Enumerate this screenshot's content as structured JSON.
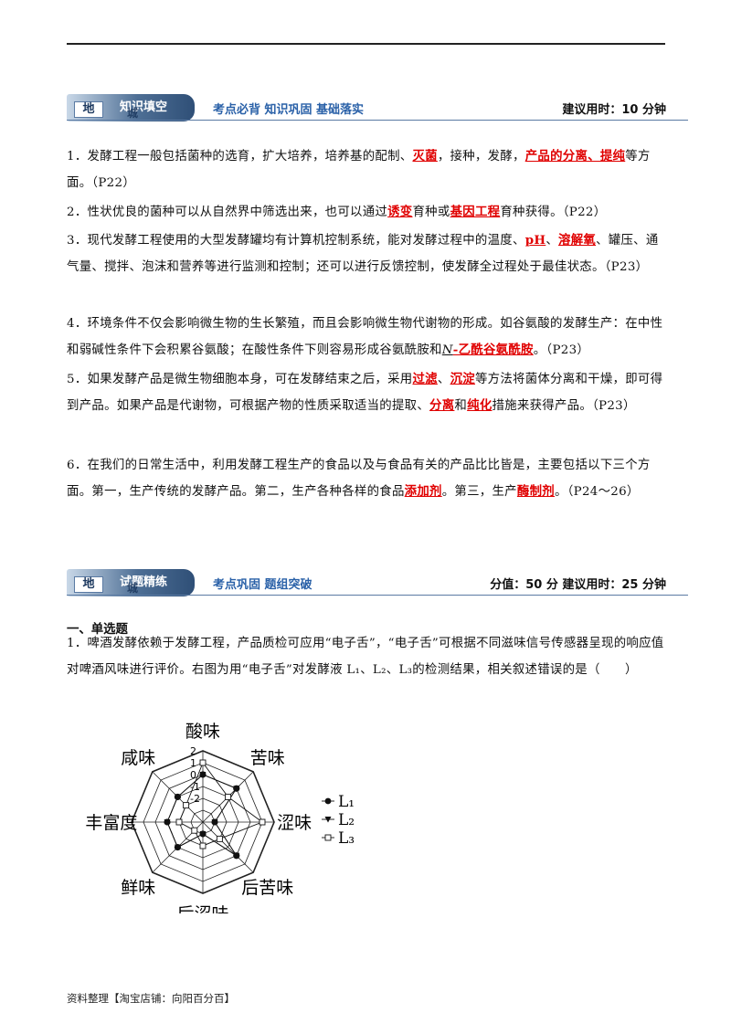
{
  "banner1": {
    "box": "地",
    "title": "知识填空",
    "subtitle": "城",
    "tagline": "考点必背  知识巩固  基础落实",
    "right": "建议用时：10 分钟"
  },
  "items": {
    "i1": {
      "a": "1．发酵工程一般包括菌种的选育，扩大培养，培养基的配制、",
      "b": "灭菌",
      "c": "，接种，发酵，",
      "d": "产品的分离、提纯",
      "e": "等方面。（P22）"
    },
    "i2": {
      "a": "2．性状优良的菌种可以从自然界中筛选出来，也可以通过",
      "b": "诱变",
      "c": "育种或",
      "d": "基因工程",
      "e": "育种获得。（P22）"
    },
    "i3": {
      "a": "3．现代发酵工程使用的大型发酵罐均有计算机控制系统，能对发酵过程中的温度、",
      "b": "pH",
      "c": "、",
      "d": "溶解氧",
      "e": "、罐压、通气量、搅拌、泡沫和营养等进行监测和控制；还可以进行反馈控制，使发酵全过程处于最佳状态。（P23）"
    },
    "i4": {
      "a": "4．环境条件不仅会影响微生物的生长繁殖，而且会影响微生物代谢物的形成。如谷氨酸的发酵生产：在中性和弱碱性条件下会积累谷氨酸；在酸性条件下则容易形成谷氨酰胺和",
      "n": "N",
      "b": "-乙酰谷氨酰胺",
      "e": "。（P23）"
    },
    "i5": {
      "a": "5．如果发酵产品是微生物细胞本身，可在发酵结束之后，采用",
      "b": "过滤",
      "c": "、",
      "d": "沉淀",
      "e": "等方法将菌体分离和干燥，即可得到产品。如果产品是代谢物，可根据产物的性质采取适当的提取、",
      "f": "分离",
      "g": "和",
      "h": "纯化",
      "i": "措施来获得产品。（P23）"
    },
    "i6": {
      "a": "6．在我们的日常生活中，利用发酵工程生产的食品以及与食品有关的产品比比皆是，主要包括以下三个方面。第一，生产传统的发酵产品。第二，生产各种各样的食品",
      "b": "添加剂",
      "c": "。第三，生产",
      "d": "酶制剂",
      "e": "。（P24～26）"
    }
  },
  "banner2": {
    "box": "地",
    "title": "试题精练",
    "subtitle": "城",
    "tagline": "考点巩固  题组突破",
    "right": "分值：50 分    建议用时：25 分钟"
  },
  "section": {
    "heading": "一、单选题"
  },
  "question1": {
    "text": "1．啤酒发酵依赖于发酵工程，产品质检可应用“电子舌”，“电子舌”可根据不同滋味信号传感器呈现的响应值对啤酒风味进行评价。右图为用“电子舌”对发酵液 L₁、L₂、L₃的检测结果，相关叙述错误的是（　　）"
  },
  "chart_data": {
    "type": "radar",
    "axes": [
      "酸味",
      "苦味",
      "涩味",
      "后苦味",
      "后涩味",
      "鲜味",
      "丰富度",
      "咸味"
    ],
    "ticks": [
      "2",
      "1",
      "0",
      "-1",
      "-2"
    ],
    "rlim": [
      -4,
      2
    ],
    "series": [
      {
        "name": "L1",
        "marker": "filled-circle",
        "values": [
          0,
          0,
          -3,
          0,
          -3,
          -1,
          -1,
          -1
        ]
      },
      {
        "name": "L2",
        "marker": "filled-triangle",
        "values": [
          0,
          0,
          -3,
          0,
          -3,
          -1,
          -1,
          -1
        ]
      },
      {
        "name": "L3",
        "marker": "open-square",
        "values": [
          1,
          -1,
          1,
          -2,
          -2,
          -3,
          -2,
          -2
        ]
      }
    ],
    "legend": {
      "L1": "L₁",
      "L2": "L₂",
      "L3": "L₃"
    }
  },
  "footer": "资料整理【淘宝店铺：向阳百分百】"
}
